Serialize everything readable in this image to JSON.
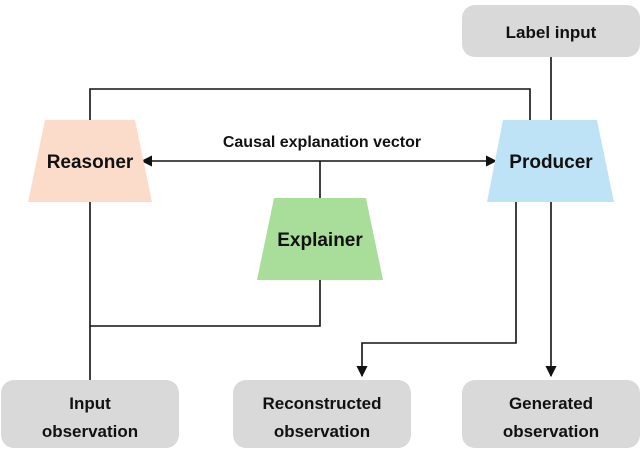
{
  "boxes": {
    "label_input": "Label input",
    "input_observation": [
      "Input",
      "observation"
    ],
    "reconstructed_observation": [
      "Reconstructed",
      "observation"
    ],
    "generated_observation": [
      "Generated",
      "observation"
    ]
  },
  "modules": {
    "reasoner": "Reasoner",
    "producer": "Producer",
    "explainer": "Explainer"
  },
  "edges": {
    "causal_explanation_vector": "Causal explanation vector"
  },
  "colors": {
    "reasoner": "#fbdcca",
    "producer": "#bfe3f6",
    "explainer": "#a9dd9a",
    "io_box": "#d9d9d9",
    "line": "#111111"
  }
}
